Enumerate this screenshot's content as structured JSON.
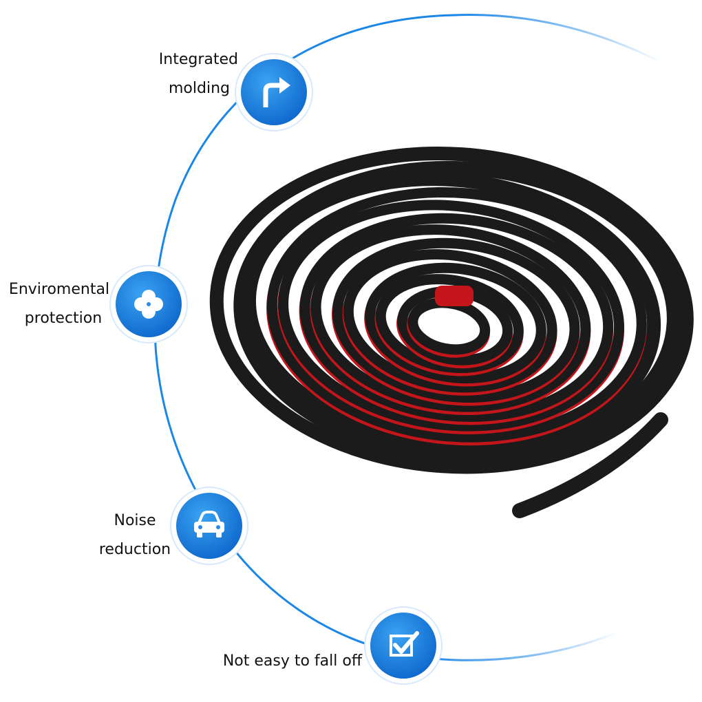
{
  "colors": {
    "accent": "#1f8fe8",
    "accent_dark": "#0b63c9",
    "arc": "#1a86e6",
    "strip": "#1b1b1b",
    "adhesive": "#c4151b"
  },
  "features": [
    {
      "icon": "turn-right-arrow-icon",
      "lines": [
        "Integrated",
        "molding"
      ]
    },
    {
      "icon": "clover-icon",
      "lines": [
        "Enviromental",
        "protection"
      ]
    },
    {
      "icon": "car-icon",
      "lines": [
        "Noise",
        "reduction"
      ]
    },
    {
      "icon": "checkbox-icon",
      "lines": [
        "Not easy to fall off"
      ]
    }
  ]
}
